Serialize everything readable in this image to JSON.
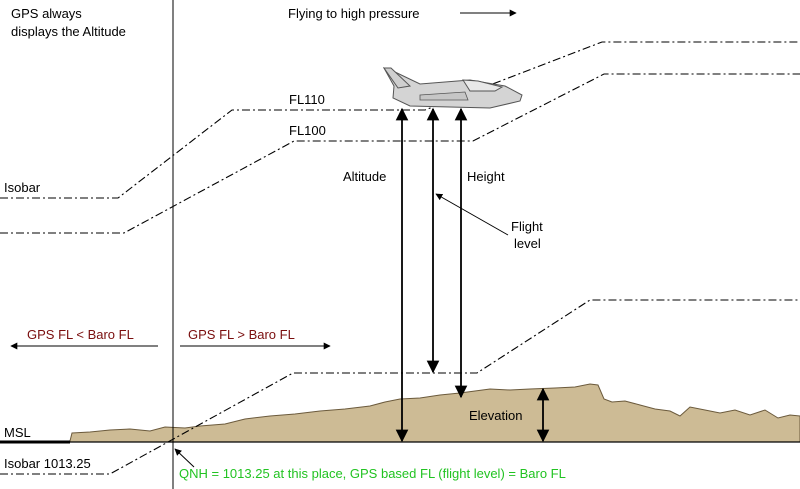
{
  "labels": {
    "gps_always": "GPS always",
    "displays_altitude": "displays the Altitude",
    "flying_to": "Flying to high pressure",
    "fl110": "FL110",
    "fl100": "FL100",
    "isobar": "Isobar",
    "altitude": "Altitude",
    "height": "Height",
    "flight": "Flight",
    "level": "level",
    "gps_lt": "GPS FL < Baro FL",
    "gps_gt": "GPS FL > Baro FL",
    "elevation": "Elevation",
    "msl": "MSL",
    "isobar_1013": "Isobar 1013.25",
    "qnh_note": "QNH = 1013.25 at this place, GPS based FL (flight level) = Baro FL"
  },
  "colors": {
    "terrain": "#cdbb95",
    "terrain_edge": "#6b5a3c",
    "aircraft": "#d4d4d4",
    "red_text": "#7a0e0e",
    "green_text": "#22c322"
  }
}
